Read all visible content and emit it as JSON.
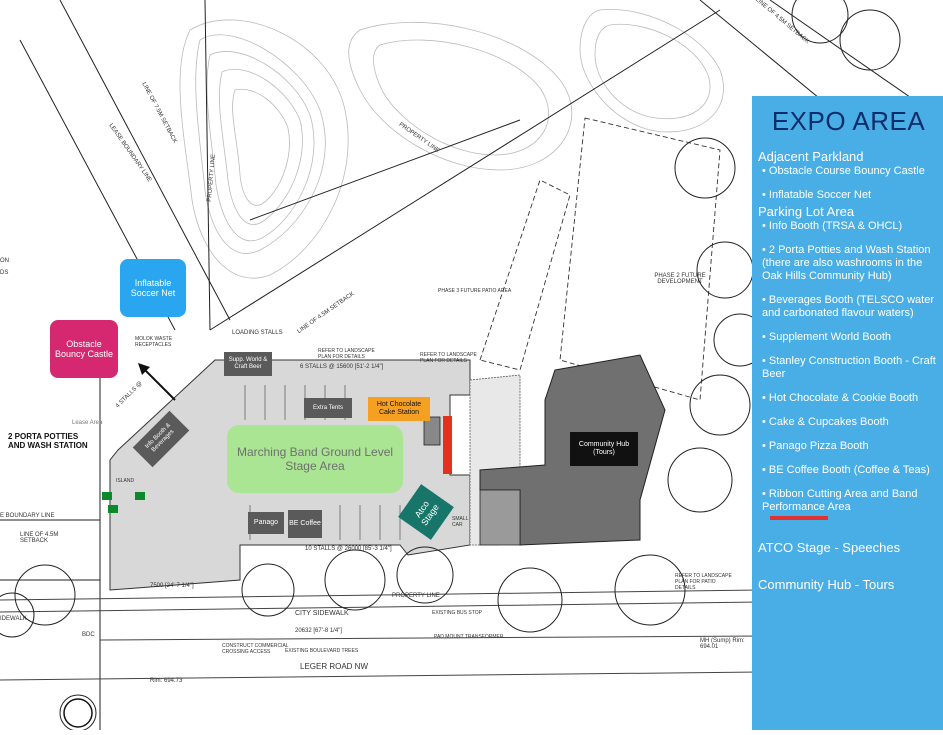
{
  "panel": {
    "title": "EXPO AREA",
    "sections": [
      {
        "heading": "Adjacent Parkland",
        "items": [
          "• Obstacle Course Bouncy Castle",
          "• Inflatable Soccer Net"
        ]
      },
      {
        "heading": "Parking Lot Area",
        "items": [
          "• Info Booth (TRSA & OHCL)",
          "• 2 Porta Potties and Wash Station  (there are also washrooms in the Oak Hills Community Hub)",
          "• Beverages Booth (TELSCO water and carbonated flavour waters)",
          "• Supplement World Booth",
          "• Stanley Construction Booth - Craft Beer",
          "• Hot Chocolate & Cookie Booth",
          "• Cake & Cupcakes Booth",
          "• Panago Pizza Booth",
          "• BE Coffee Booth (Coffee & Teas)",
          "• Ribbon Cutting Area and Band Performance Area"
        ]
      }
    ],
    "atco": "ATCO Stage - Speeches",
    "hub": "Community Hub - Tours",
    "colors": {
      "panel": "#4aaee6",
      "title": "#0b2d6b",
      "underline": "#e03030"
    }
  },
  "map": {
    "callouts": {
      "soccer": "Inflatable Soccer Net",
      "obstacle": "Obstacle Bouncy Castle",
      "band": "Marching Band Ground Level Stage Area",
      "hot_choc": "Hot Chocolate Cake Station",
      "hub": "Community Hub (Tours)",
      "atco": "Atco Stage",
      "supp": "Supp. World & Craft Beer",
      "extra": "Extra Tents",
      "info": "Info Booth & Beverages",
      "panago": "Panago",
      "be": "BE Coffee"
    },
    "labels": {
      "porta": "2 PORTA POTTIES AND WASH STATION",
      "property_line_top": "PROPERTY LINE",
      "property_line_vert": "PROPERTY LINE",
      "property_line_bottom": "PROPERTY LINE",
      "lease_boundary": "LEASE BOUNDARY LINE",
      "lease_boundary_left": "E BOUNDARY LINE",
      "setback_75": "LINE OF 7.5M SETBACK",
      "setback_45": "LINE OF 4.5M SETBACK",
      "setback_45_left": "LINE OF 4.5M SETBACK",
      "setback_45_top": "LINE OF 4.5M SETBACK",
      "phase2": "PHASE 2 FUTURE DEVELOPMENT",
      "phase3": "PHASE 3 FUTURE PATIO AREA",
      "city_sidewalk": "CITY SIDEWALK",
      "leger": "LEGER ROAD NW",
      "idewalk": "IDEWALK",
      "loading": "LOADING STALLS",
      "stalls_top": "6 STALLS @ 15600 [51'-2 1/4\"]",
      "stalls_bottom": "10 STALLS @ 26000 [85'-3 1/4\"]",
      "construct": "CONSTRUCT COMMERCIAL CROSSING ACCESS",
      "boulevard": "EXISTING BOULEVARD TREES",
      "bus_stop": "EXISTING BUS STOP",
      "transformer": "PAD MOUNT TRANSFORMER",
      "molok": "MOLOK WASTE RECEPTACLES",
      "landscape1": "REFER TO LANDSCAPE PLAN FOR DETAILS",
      "landscape2": "REFER TO LANDSCAPE PLAN FOR DETAILS",
      "landscape3": "REFER TO LANDSCAPE PLAN FOR PATIO DETAILS",
      "dim_7500": "7500 [24'-7 1/4\"]",
      "dim_20632": "20632 [67'-8 1/4\"]",
      "bdc": "BDC",
      "rim": "Rim: 694.73",
      "mh": "MH (Sump) Rim: 694.01",
      "island": "ISLAND",
      "lease_area": "Lease Area",
      "small_car": "SMALL CAR",
      "stalls_left": "4 STALLS @",
      "ds": "DS",
      "on": "ON"
    }
  }
}
